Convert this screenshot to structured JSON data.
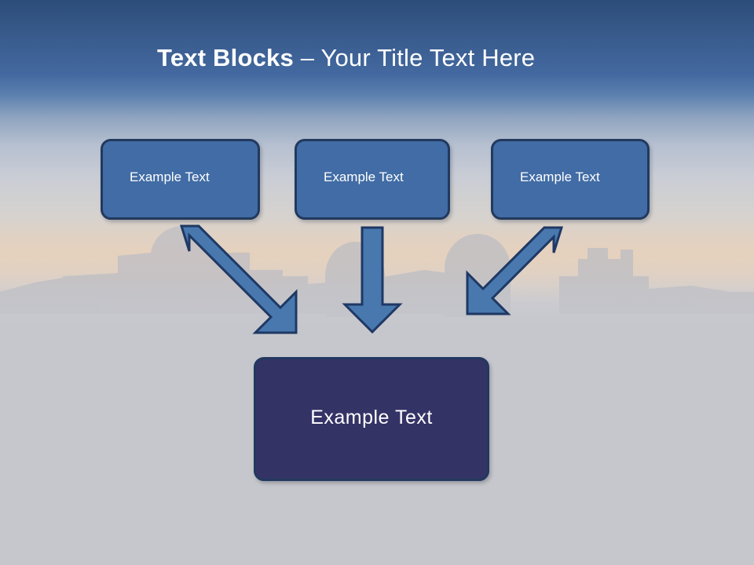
{
  "slide": {
    "title": {
      "bold_part": "Text Blocks",
      "separator": " – ",
      "regular_part": "Your Title Text Here",
      "color": "#ffffff"
    },
    "background": {
      "sky_top_color": "#2c4d79",
      "sky_mid_color": "#b6c0d0",
      "haze_color": "#e2d5c8",
      "ground_color": "#c6c7cc",
      "silhouette_color": "#bcbdc4",
      "description": "observatory-domes-and-buildings-silhouette"
    },
    "top_boxes": [
      {
        "id": "box-a",
        "label": "Example Text",
        "fill": "#416ca5",
        "border": "#22395e"
      },
      {
        "id": "box-b",
        "label": "Example Text",
        "fill": "#416ca5",
        "border": "#22395e"
      },
      {
        "id": "box-c",
        "label": "Example Text",
        "fill": "#416ca5",
        "border": "#22395e"
      }
    ],
    "result_box": {
      "label": "Example Text",
      "fill": "#343366",
      "border": "#22395e"
    },
    "arrows": [
      {
        "id": "arrow-left",
        "direction": "down-right",
        "fill": "#4878ae",
        "stroke": "#1f3864"
      },
      {
        "id": "arrow-middle",
        "direction": "down",
        "fill": "#4878ae",
        "stroke": "#1f3864"
      },
      {
        "id": "arrow-right",
        "direction": "down-left",
        "fill": "#4878ae",
        "stroke": "#1f3864"
      }
    ]
  }
}
